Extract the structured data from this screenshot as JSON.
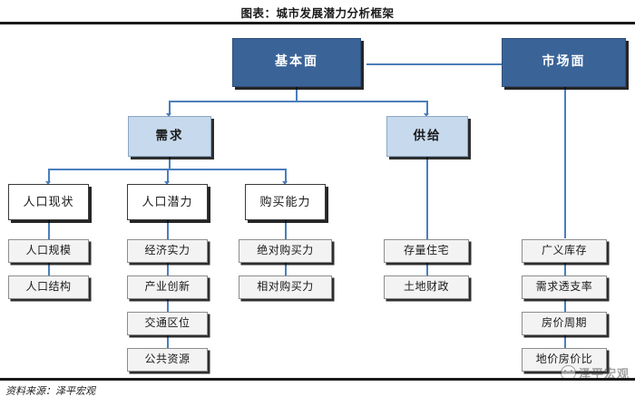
{
  "header": {
    "title": "图表：城市发展潜力分析框架"
  },
  "footer": {
    "source": "资料来源：泽平宏观",
    "watermark": "泽平宏观",
    "watermark_icon": "smiley-circle-icon"
  },
  "colors": {
    "level1_fill": "#3a6498",
    "level1_text": "#ffffff",
    "level2_fill": "#c7d9ec",
    "level3_fill": "#ffffff",
    "level4_fill": "#f3f3f3",
    "connector": "#4a7ebb",
    "rule": "#1a1a1a"
  },
  "diagram": {
    "type": "tree",
    "nodes": {
      "root_fundamental": "基本面",
      "root_market": "市场面",
      "demand": "需求",
      "supply": "供给",
      "population_status": "人口现状",
      "population_potential": "人口潜力",
      "purchase_power": "购买能力",
      "population_scale": "人口规模",
      "population_structure": "人口结构",
      "economic_strength": "经济实力",
      "industry_innovation": "产业创新",
      "transport_location": "交通区位",
      "public_resources": "公共资源",
      "absolute_purchase_power": "绝对购买力",
      "relative_purchase_power": "相对购买力",
      "housing_stock": "存量住宅",
      "land_finance": "土地财政",
      "broad_inventory": "广义库存",
      "demand_overdraft_rate": "需求透支率",
      "house_price_cycle": "房价周期",
      "land_to_house_price_ratio": "地价房价比"
    },
    "edges": [
      {
        "from": "root_fundamental",
        "to": "root_market"
      },
      {
        "from": "root_fundamental",
        "to": "demand"
      },
      {
        "from": "root_fundamental",
        "to": "supply"
      },
      {
        "from": "demand",
        "to": "population_status"
      },
      {
        "from": "demand",
        "to": "population_potential"
      },
      {
        "from": "demand",
        "to": "purchase_power"
      },
      {
        "from": "population_status",
        "to": "population_scale"
      },
      {
        "from": "population_scale",
        "to": "population_structure"
      },
      {
        "from": "population_potential",
        "to": "economic_strength"
      },
      {
        "from": "economic_strength",
        "to": "industry_innovation"
      },
      {
        "from": "industry_innovation",
        "to": "transport_location"
      },
      {
        "from": "transport_location",
        "to": "public_resources"
      },
      {
        "from": "purchase_power",
        "to": "absolute_purchase_power"
      },
      {
        "from": "absolute_purchase_power",
        "to": "relative_purchase_power"
      },
      {
        "from": "supply",
        "to": "housing_stock"
      },
      {
        "from": "housing_stock",
        "to": "land_finance"
      },
      {
        "from": "root_market",
        "to": "broad_inventory"
      },
      {
        "from": "broad_inventory",
        "to": "demand_overdraft_rate"
      },
      {
        "from": "demand_overdraft_rate",
        "to": "house_price_cycle"
      },
      {
        "from": "house_price_cycle",
        "to": "land_to_house_price_ratio"
      }
    ]
  }
}
